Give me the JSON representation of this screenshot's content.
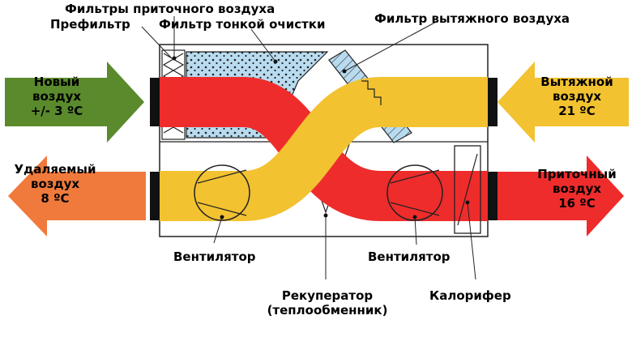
{
  "labels": {
    "supply_filters": "Фильтры приточного воздуха",
    "prefilter": "Префильтр",
    "fine_filter": "Фильтр тонкой очистки",
    "exhaust_filter": "Фильтр вытяжного воздуха",
    "fresh_air": {
      "line1": "Новый",
      "line2": "воздух",
      "line3": "+/- 3 ºС"
    },
    "exhaust_air": {
      "line1": "Вытяжной",
      "line2": "воздух",
      "line3": "21 ºС"
    },
    "removed_air": {
      "line1": "Удаляемый",
      "line2": "воздух",
      "line3": "8 ºС"
    },
    "supply_air": {
      "line1": "Приточный",
      "line2": "воздух",
      "line3": "16 ºС"
    },
    "fan_left": "Вентилятор",
    "fan_right": "Вентилятор",
    "recuperator": {
      "line1": "Рекуператор",
      "line2": "(теплообменник)"
    },
    "heater": "Калорифер"
  },
  "colors": {
    "fresh_green": "#5a8a2c",
    "warm_yellow": "#f2c230",
    "supply_red": "#ee2c2c",
    "removed_orange": "#f07a3c",
    "filter_blue": "#b9dbef",
    "frame_black": "#111111"
  },
  "icons": {
    "arrow_in_left": "arrow-right-icon",
    "arrow_out_left": "arrow-left-icon",
    "arrow_in_right": "arrow-left-icon",
    "arrow_out_right": "arrow-right-icon",
    "fan": "fan-icon",
    "heater": "heater-icon"
  }
}
